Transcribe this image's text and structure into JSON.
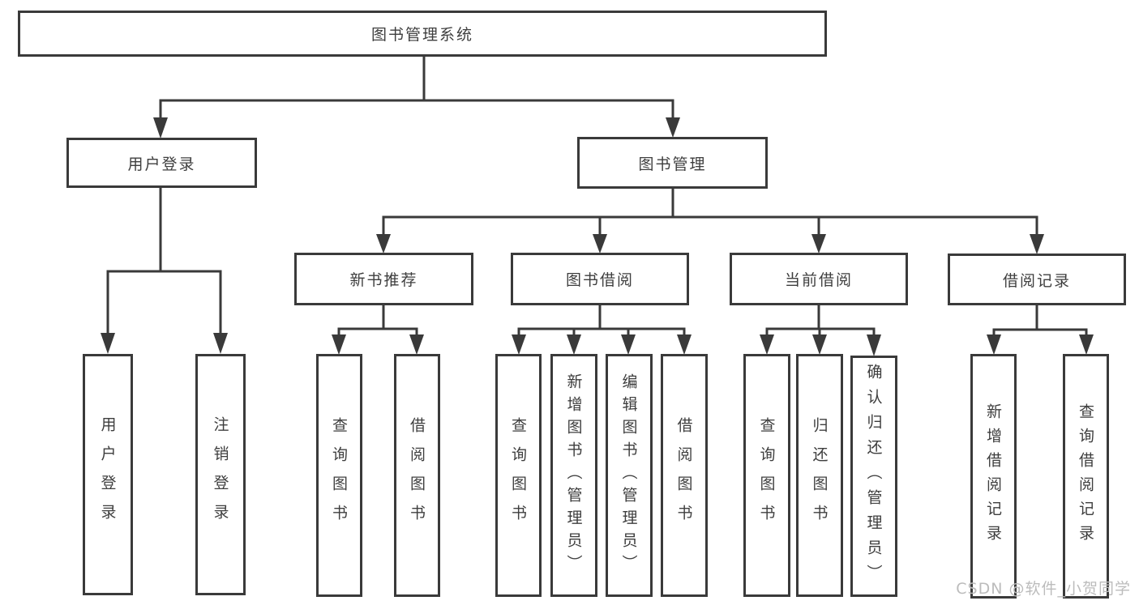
{
  "colors": {
    "line": "#3a3a3a",
    "box_border": "#3a3a3a",
    "text": "#3e3e3e",
    "background": "#ffffff",
    "watermark": "#bcbcbc"
  },
  "root": {
    "label": "图书管理系统"
  },
  "user_branch": {
    "label": "用户登录",
    "children": [
      "用户登录",
      "注销登录"
    ]
  },
  "book_branch": {
    "label": "图书管理",
    "sections": [
      {
        "label": "新书推荐",
        "children": [
          "查询图书",
          "借阅图书"
        ]
      },
      {
        "label": "图书借阅",
        "children": [
          "查询图书",
          "新增图书（管理员）",
          "编辑图书（管理员）",
          "借阅图书"
        ]
      },
      {
        "label": "当前借阅",
        "children": [
          "查询图书",
          "归还图书",
          "确认归还（管理员）"
        ]
      },
      {
        "label": "借阅记录",
        "children": [
          "新增借阅记录",
          "查询借阅记录"
        ]
      }
    ]
  },
  "watermark": "CSDN @软件_小贺同学"
}
